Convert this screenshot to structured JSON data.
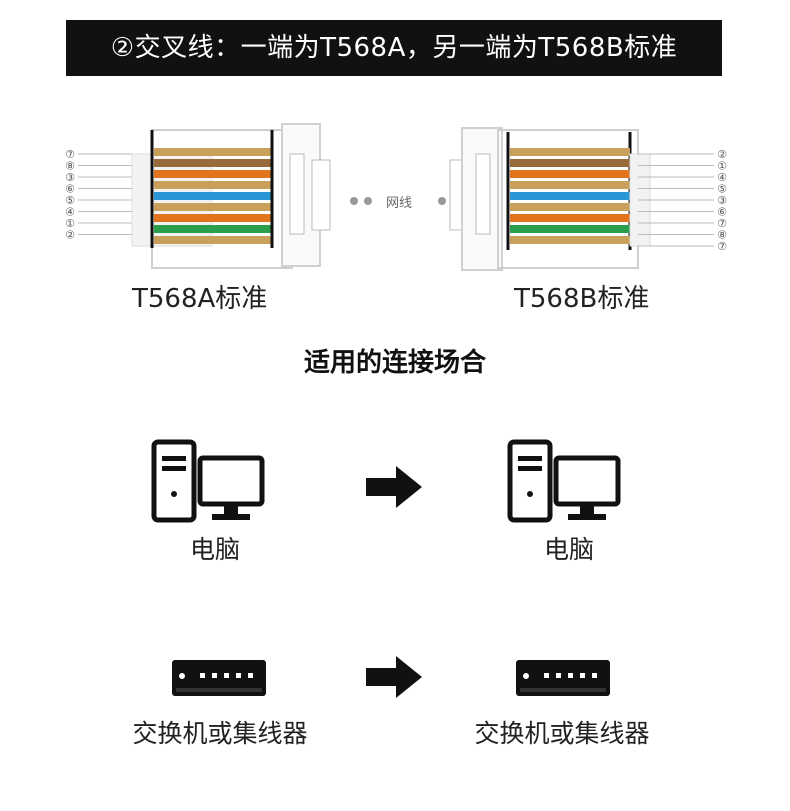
{
  "banner": {
    "title": "②交叉线：一端为T568A，另一端为T568B标准"
  },
  "connectors": {
    "left_label": "T568A标准",
    "right_label": "T568B标准",
    "cable_label": "网线",
    "left_pins": [
      "⑦",
      "⑧",
      "③",
      "⑥",
      "⑤",
      "④",
      "①",
      "②"
    ],
    "right_pins": [
      "②",
      "①",
      "④",
      "⑤",
      "③",
      "⑥",
      "⑦",
      "⑧",
      "⑦"
    ],
    "left_wires": [
      "#c8a05a",
      "#9a6b3a",
      "#e0751e",
      "#c8a05a",
      "#2a96d8",
      "#c8a05a",
      "#e0751e",
      "#2aa04a",
      "#c8a05a"
    ],
    "right_wires": [
      "#c8a05a",
      "#9a6b3a",
      "#e0751e",
      "#c8a05a",
      "#2a96d8",
      "#c8a05a",
      "#e0751e",
      "#2aa04a",
      "#c8a05a"
    ]
  },
  "section": {
    "heading": "适用的连接场合"
  },
  "rows": [
    {
      "from": "电脑",
      "to": "电脑"
    },
    {
      "from": "交换机或集线器",
      "to": "交换机或集线器"
    }
  ],
  "colors": {
    "banner_bg": "#111111",
    "arrow": "#111111"
  }
}
